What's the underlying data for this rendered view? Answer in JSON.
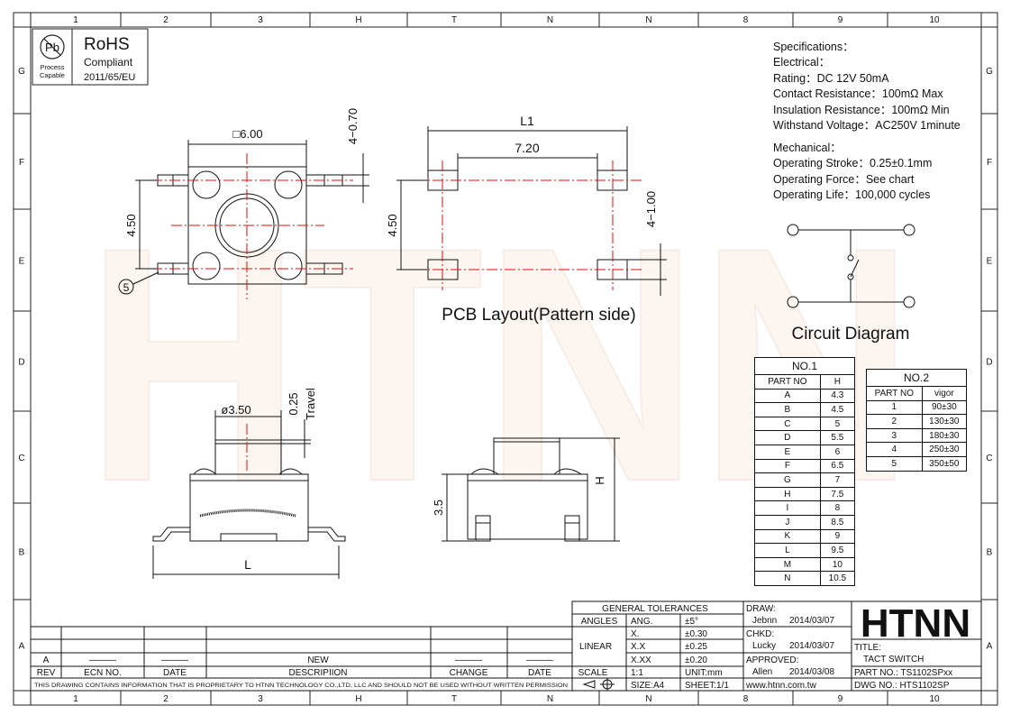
{
  "grid": {
    "cols": [
      "1",
      "2",
      "3",
      "H",
      "T",
      "N",
      "N",
      "8",
      "9",
      "10"
    ],
    "rows": [
      "G",
      "F",
      "E",
      "D",
      "C",
      "B",
      "A"
    ]
  },
  "watermark": "HTNN",
  "rohs": {
    "pb": "Pb",
    "process_line1": "Process",
    "process_line2": "Capable",
    "title": "RoHS",
    "line2": "Compliant",
    "line3": "2011/65/EU"
  },
  "specs": {
    "heading": "Specifications：",
    "electrical": "Electrical：",
    "rating": "Rating：DC 12V 50mA",
    "contact": "Contact Resistance：100mΩ Max",
    "insulation": "Insulation Resistance：100mΩ Min",
    "withstand": "Withstand Voltage：AC250V 1minute",
    "mechanical": "Mechanical：",
    "stroke": "Operating Stroke：0.25±0.1mm",
    "force": "Operating Force：See chart",
    "life": "Operating Life：100,000 cycles"
  },
  "drawing": {
    "top_width": "□6.00",
    "top_height": "4.50",
    "top_dim_070": "4−0.70",
    "balloon": "5",
    "pcb_l1": "L1",
    "pcb_720": "7.20",
    "pcb_450": "4.50",
    "pcb_100": "4−1.00",
    "pcb_title": "PCB Layout(Pattern side)",
    "circuit_title": "Circuit Diagram",
    "side_dia": "ø3.50",
    "side_025": "0.25",
    "side_travel": "Travel",
    "side_L": "L",
    "side2_35": "3.5",
    "side2_H": "H"
  },
  "table1": {
    "title": "NO.1",
    "col1": "PART NO",
    "col2": "H",
    "rows": [
      [
        "A",
        "4.3"
      ],
      [
        "B",
        "4.5"
      ],
      [
        "C",
        "5"
      ],
      [
        "D",
        "5.5"
      ],
      [
        "E",
        "6"
      ],
      [
        "F",
        "6.5"
      ],
      [
        "G",
        "7"
      ],
      [
        "H",
        "7.5"
      ],
      [
        "I",
        "8"
      ],
      [
        "J",
        "8.5"
      ],
      [
        "K",
        "9"
      ],
      [
        "L",
        "9.5"
      ],
      [
        "M",
        "10"
      ],
      [
        "N",
        "10.5"
      ]
    ]
  },
  "table2": {
    "title": "NO.2",
    "col1": "PART NO",
    "col2": "vigor",
    "rows": [
      [
        "1",
        "90±30"
      ],
      [
        "2",
        "130±30"
      ],
      [
        "3",
        "180±30"
      ],
      [
        "4",
        "250±30"
      ],
      [
        "5",
        "350±50"
      ]
    ]
  },
  "titleblock": {
    "gen_tol": "GENERAL TOLERANCES",
    "angles": "ANGLES",
    "ang": "ANG.",
    "ang_val": "±5°",
    "linear": "LINEAR",
    "x": "X.",
    "x_val": "±0.30",
    "xx": "X.X",
    "xx_val": "±0.25",
    "xxx": "X.XX",
    "xxx_val": "±0.20",
    "scale": "SCALE",
    "scale_val": "1:1",
    "unit": "UNIT:mm",
    "size": "SIZE:A4",
    "sheet": "SHEET:1/1",
    "draw": "DRAW:",
    "draw_name": "Jebnn",
    "draw_date": "2014/03/07",
    "chkd": "CHKD:",
    "chkd_name": "Lucky",
    "chkd_date": "2014/03/07",
    "approved": "APPROVED:",
    "appr_name": "Allen",
    "appr_date": "2014/03/08",
    "website": "www.htnn.com.tw",
    "logo": "HTNN",
    "title_label": "TITLE:",
    "title_val": "TACT SWITCH",
    "part_no": "PART NO.: TS1102SPxx",
    "dwg_no": "DWG  NO.: HTS1102SP",
    "rev_letter": "A",
    "new": "NEW",
    "rev": "REV",
    "ecn": "ECN NO.",
    "date": "DATE",
    "descr": "DESCRIPIION",
    "change": "CHANGE",
    "date2": "DATE",
    "dash1": "———",
    "dash2": "———",
    "dash3": "———",
    "dash4": "———",
    "notice": "THIS DRAWING CONTAINS INFORMATION THAT IS PROPRIETARY TO HTNN TECHNOLOGY CO.,LTD, LLC AND SHOULD NOT BE USED WITHOUT WRITTEN PERMISSION"
  }
}
